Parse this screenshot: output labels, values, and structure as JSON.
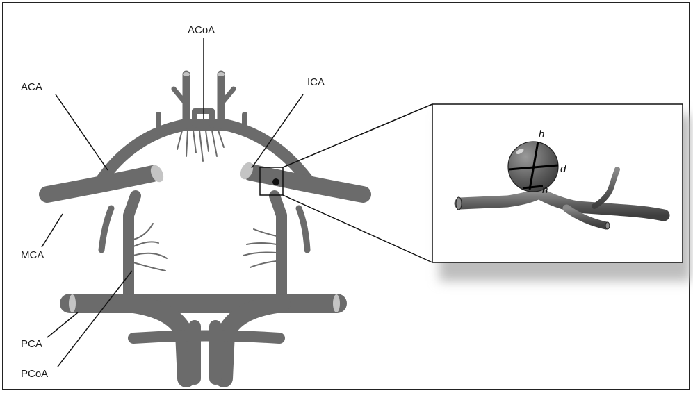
{
  "labels": {
    "acoa": "ACoA",
    "aca": "ACA",
    "ica": "ICA",
    "mca": "MCA",
    "pca": "PCA",
    "pcoa": "PCoA"
  },
  "inset_labels": {
    "height": "h",
    "diameter": "d",
    "neck": "n"
  },
  "colors": {
    "vessel": "#6b6b6b",
    "vessel_cap": "#c4c4c4",
    "line": "#111111",
    "aneurysm": "#5a5a5a"
  }
}
